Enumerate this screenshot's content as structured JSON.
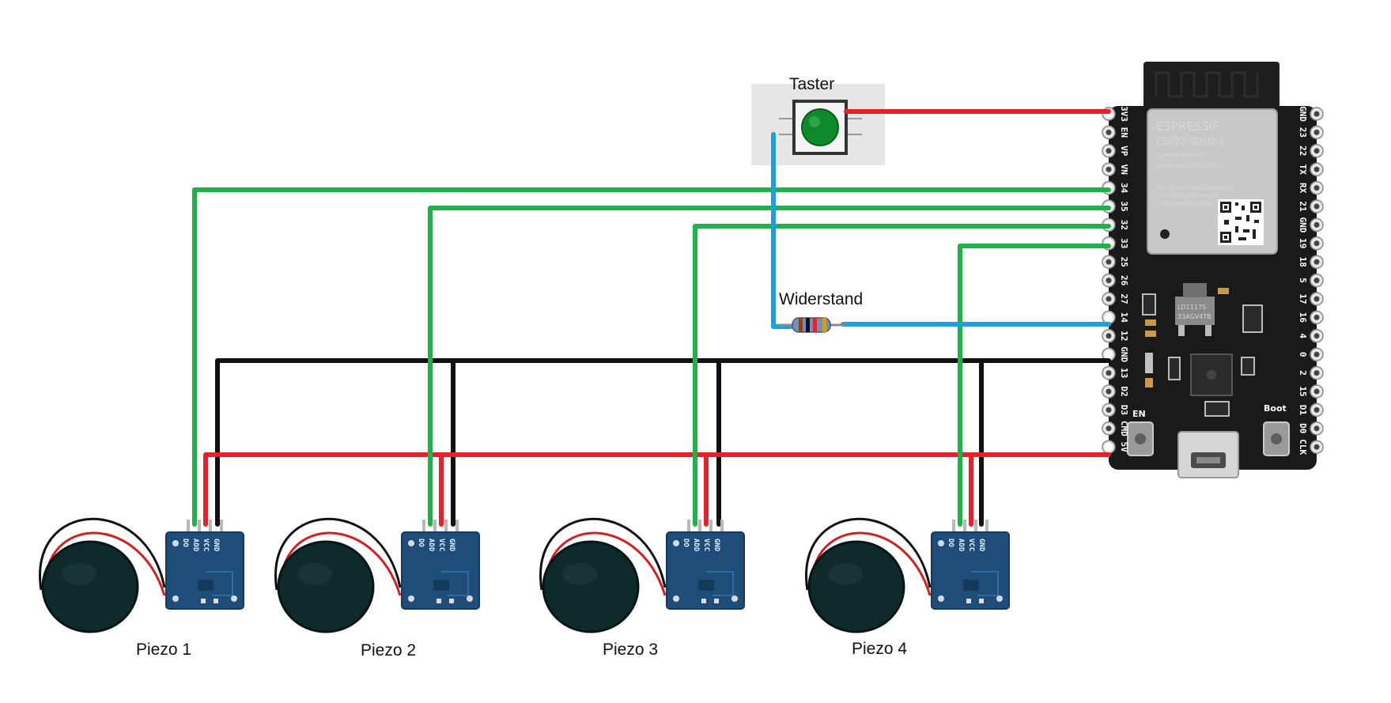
{
  "labels": {
    "button": "Taster",
    "resistor": "Widerstand",
    "piezos": [
      "Piezo 1",
      "Piezo 2",
      "Piezo 3",
      "Piezo 4"
    ]
  },
  "esp32": {
    "brand": "ESPRESSIF",
    "model": "ESP32-SOLO-1",
    "module_small_text": [
      "CCAP18LP0045T1",
      "R-C06-mbl-ESP32SOLO1",
      "FCC ID:2AC7Z-ESP32SOLO1",
      "IC:21098-ESP32SOLO1",
      "ESP32-SOLO1P1904"
    ],
    "ldo_text": [
      "LD1117S",
      "33AGV4TB"
    ],
    "left_pins": [
      "3V3",
      "EN",
      "VP",
      "VN",
      "34",
      "35",
      "32",
      "33",
      "25",
      "26",
      "27",
      "14",
      "12",
      "GND",
      "13",
      "D2",
      "D3",
      "CMD",
      "5V"
    ],
    "right_pins": [
      "GND",
      "23",
      "22",
      "TX",
      "RX",
      "21",
      "GND",
      "19",
      "18",
      "5",
      "17",
      "16",
      "4",
      "0",
      "2",
      "15",
      "D1",
      "D0",
      "CLK"
    ],
    "button_labels": [
      "EN",
      "Boot"
    ]
  },
  "sensor_module": {
    "pin_labels": [
      "DO",
      "ADD",
      "VCC",
      "GND"
    ]
  },
  "colors": {
    "power": "#e8202a",
    "ground": "#111111",
    "signal": "#1fb24a",
    "button_wire": "#1aa0e0",
    "board": "#1a1a1a",
    "module_pcb": "#1e4d7a",
    "piezo_disc": "#0f2a2a",
    "button_cap": "#0e8a2a"
  }
}
